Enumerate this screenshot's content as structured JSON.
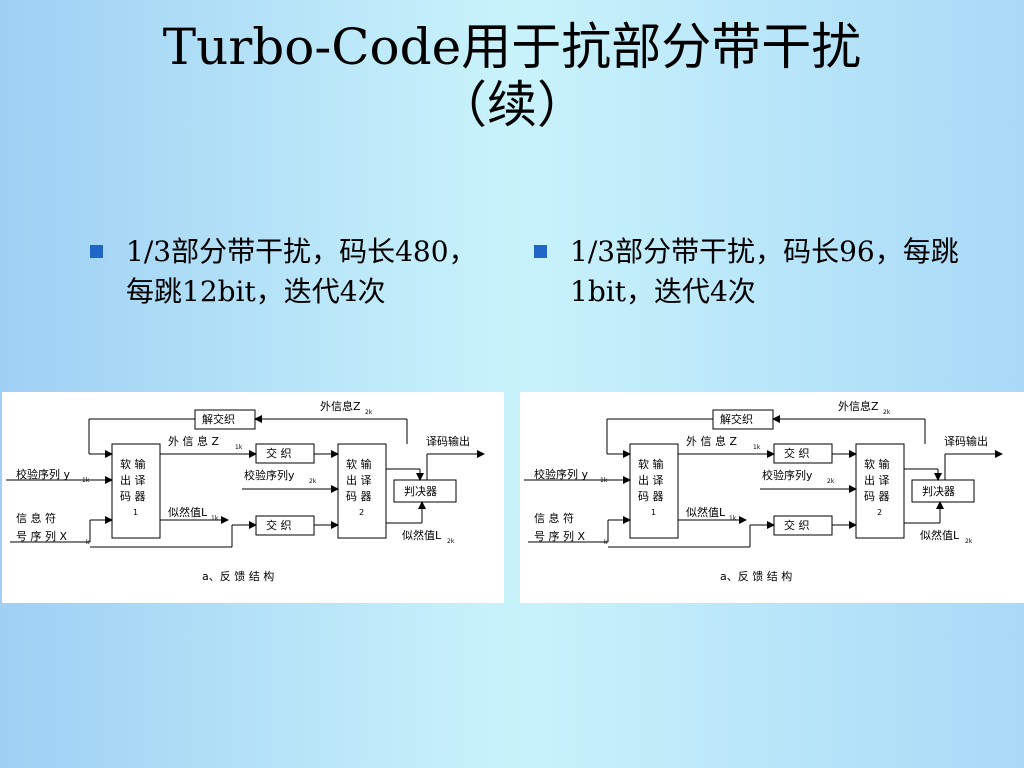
{
  "slide": {
    "title_line1": "Turbo-Code用于抗部分带干扰",
    "title_line2": "（续）",
    "bullets": [
      {
        "text": "1/3部分带干扰，码长480，每跳12bit，迭代4次"
      },
      {
        "text": "1/3部分带干扰，码长96，每跳1bit，迭代4次"
      }
    ],
    "accent_color": "#1f66c6"
  },
  "diagram": {
    "deinterleave": "解交织",
    "ext_info_top": "外信息Z",
    "ext_info_top_sub": "2k",
    "ext_info_mid": "外 信 息 Z",
    "ext_info_mid_sub": "1k",
    "decoded_output": "译码输出",
    "interleave": "交 织",
    "check_seq_1": "校验序列 y",
    "check_seq_1_sub": "1k",
    "check_seq_2": "校验序列y",
    "check_seq_2_sub": "2k",
    "decoder_label": "软 输 出 译 码 器",
    "decoder1_num": "1",
    "decoder2_num": "2",
    "decider": "判决器",
    "info_seq_line1": "信 息 符",
    "info_seq_line2": "号 序 列 X",
    "info_seq_sub": "k",
    "likelihood1": "似然值L",
    "likelihood1_sub": "1k",
    "likelihood2": "似然值L",
    "likelihood2_sub": "2k",
    "caption": "a、反 馈 结 构"
  }
}
